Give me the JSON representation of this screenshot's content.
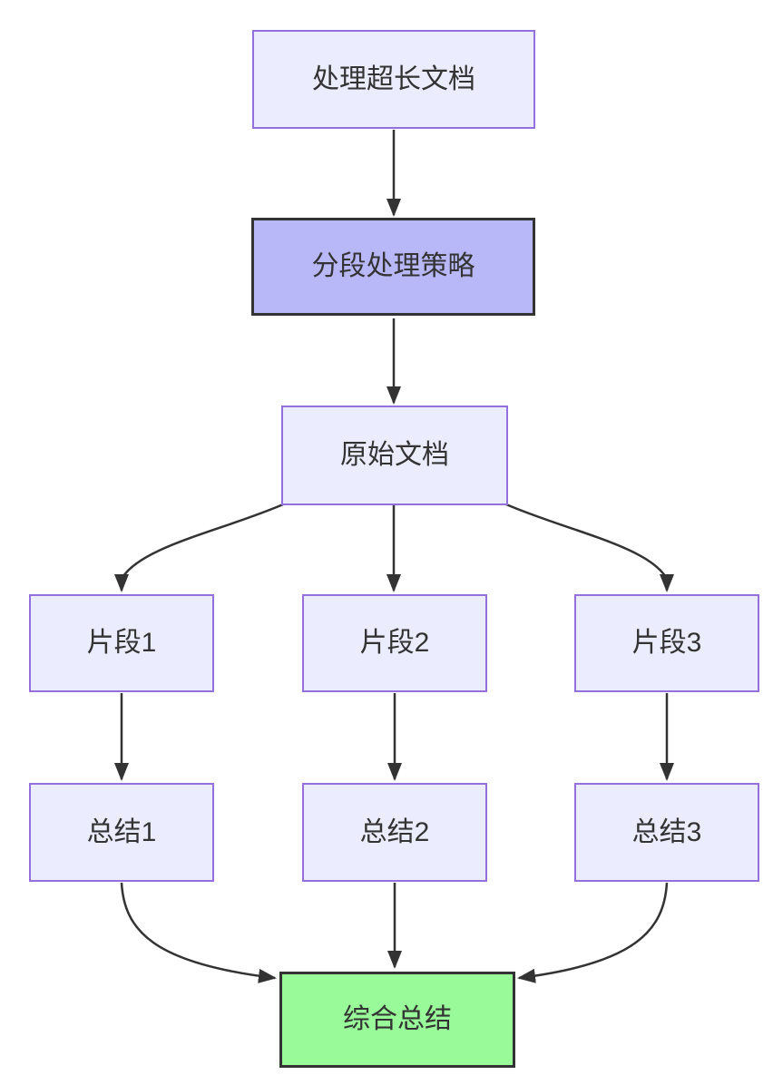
{
  "diagram": {
    "kind": "flowchart",
    "direction": "top-down",
    "background": "#ffffff",
    "colors": {
      "node_fill": "#ececff",
      "node_border": "#9370db",
      "emphasis_fill": "#b8b8f8",
      "emphasis_border": "#333333",
      "result_fill": "#99fa99",
      "result_border": "#333333",
      "edge": "#333333",
      "text": "#333333"
    },
    "nodes": [
      {
        "id": "A",
        "label": "处理超长文档",
        "style": "default"
      },
      {
        "id": "B",
        "label": "分段处理策略",
        "style": "emphasis"
      },
      {
        "id": "C",
        "label": "原始文档",
        "style": "default"
      },
      {
        "id": "D",
        "label": "片段1",
        "style": "default"
      },
      {
        "id": "E",
        "label": "片段2",
        "style": "default"
      },
      {
        "id": "F",
        "label": "片段3",
        "style": "default"
      },
      {
        "id": "G",
        "label": "总结1",
        "style": "default"
      },
      {
        "id": "H",
        "label": "总结2",
        "style": "default"
      },
      {
        "id": "I",
        "label": "总结3",
        "style": "default"
      },
      {
        "id": "J",
        "label": "综合总结",
        "style": "result"
      }
    ],
    "edges": [
      {
        "from": "处理超长文档",
        "to": "分段处理策略"
      },
      {
        "from": "分段处理策略",
        "to": "原始文档"
      },
      {
        "from": "原始文档",
        "to": "片段1"
      },
      {
        "from": "原始文档",
        "to": "片段2"
      },
      {
        "from": "原始文档",
        "to": "片段3"
      },
      {
        "from": "片段1",
        "to": "总结1"
      },
      {
        "from": "片段2",
        "to": "总结2"
      },
      {
        "from": "片段3",
        "to": "总结3"
      },
      {
        "from": "总结1",
        "to": "综合总结"
      },
      {
        "from": "总结2",
        "to": "综合总结"
      },
      {
        "from": "总结3",
        "to": "综合总结"
      }
    ]
  }
}
